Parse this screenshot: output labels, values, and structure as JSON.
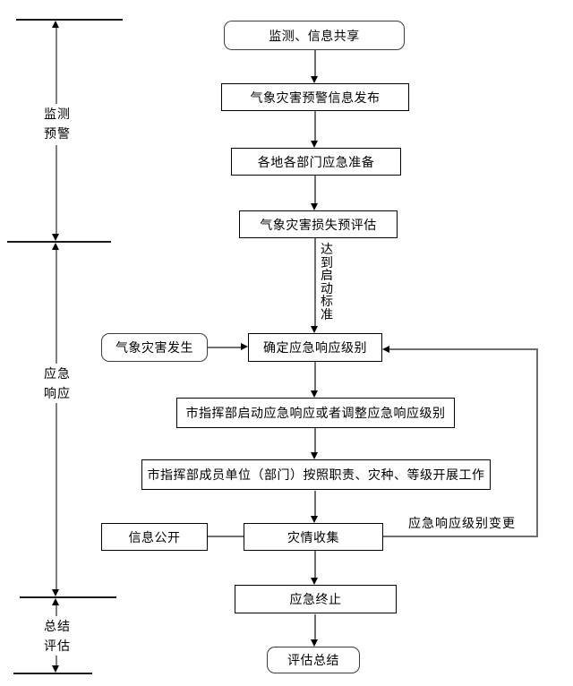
{
  "diagram": {
    "type": "flowchart",
    "phases": [
      {
        "id": "monitoring-warning",
        "label": "监测预警"
      },
      {
        "id": "emergency-response",
        "label": "应急响应"
      },
      {
        "id": "summary-evaluation",
        "label": "总结评估"
      }
    ],
    "nodes": [
      {
        "id": "monitor-info-sharing",
        "shape": "rounded",
        "label": "监测、信息共享"
      },
      {
        "id": "warning-info-release",
        "shape": "rect",
        "label": "气象灾害预警信息发布"
      },
      {
        "id": "emergency-preparation",
        "shape": "rect",
        "label": "各地各部门应急准备"
      },
      {
        "id": "loss-pre-assessment",
        "shape": "rect",
        "label": "气象灾害损失预评估"
      },
      {
        "id": "disaster-occurs",
        "shape": "rounded",
        "label": "气象灾害发生"
      },
      {
        "id": "determine-response-level",
        "shape": "rect",
        "label": "确定应急响应级别"
      },
      {
        "id": "hq-start-or-adjust",
        "shape": "rect",
        "label": "市指挥部启动应急响应或者调整应急响应级别"
      },
      {
        "id": "member-units-work",
        "shape": "rect",
        "label": "市指挥部成员单位（部门）按照职责、灾种、等级开展工作"
      },
      {
        "id": "info-disclosure",
        "shape": "rect",
        "label": "信息公开"
      },
      {
        "id": "disaster-info-collection",
        "shape": "rect",
        "label": "灾情收集"
      },
      {
        "id": "emergency-termination",
        "shape": "rect",
        "label": "应急终止"
      },
      {
        "id": "evaluation-summary",
        "shape": "rounded",
        "label": "评估总结"
      }
    ],
    "edge_labels": [
      {
        "id": "reach-activation-threshold",
        "label": "达到启动标准",
        "orientation": "vertical"
      },
      {
        "id": "response-level-change",
        "label": "应急响应级别变更",
        "orientation": "horizontal"
      }
    ],
    "colors": {
      "background": "#ffffff",
      "box_border": "#000000",
      "connector_line": "#6e6e6e",
      "dimension_line": "#1a1a1a",
      "text": "#000000"
    }
  }
}
